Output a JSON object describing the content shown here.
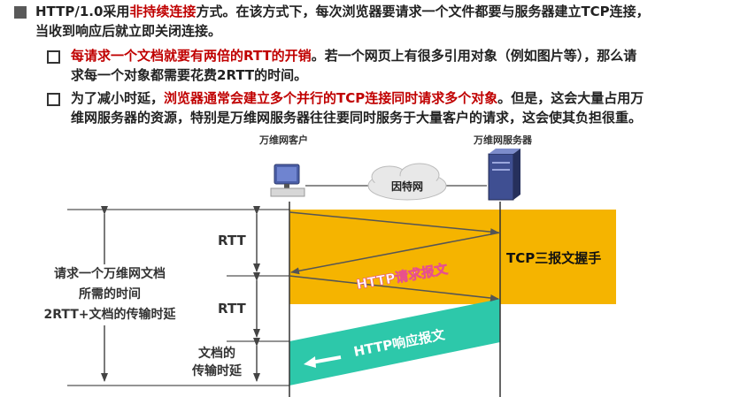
{
  "bullets": [
    {
      "before": "HTTP/1.0采用",
      "highlight": "非持续连接",
      "after_line1": "方式。在该方式下，每次浏览器要请求一个文件都要与服务器建立TCP连接，",
      "line2": "当收到响应后就立即关闭连接。"
    },
    {
      "highlight": "每请求一个文档就要有两倍的RTT的开销",
      "after_line1": "。若一个网页上有很多引用对象（例如图片等），那么请",
      "line2": "求每一个对象都需要花费2RTT的时间。"
    },
    {
      "before": "为了减小时延，",
      "highlight": "浏览器通常会建立多个并行的TCP连接同时请求多个对象",
      "after_line1": "。但是，这会大量占用万",
      "line2": "维网服务器的资源，特别是万维网服务器往往要同时服务于大量客户的请求，这会使其负担很重。"
    }
  ],
  "diagram": {
    "client_label": "万维网客户",
    "server_label": "万维网服务器",
    "internet_label": "因特网",
    "rtt_label_1": "RTT",
    "rtt_label_2": "RTT",
    "total_label_line1": "请求一个万维网文档",
    "total_label_line2": "所需的时间",
    "total_label_line3": "2RTT+文档的传输时延",
    "transfer_label_line1": "文档的",
    "transfer_label_line2": "传输时延",
    "tcp_label": "TCP三报文握手",
    "request_label": "HTTP请求报文",
    "response_label": "HTTP响应报文"
  },
  "colors": {
    "handshake_fill": "#f5b400",
    "response_fill": "#2dc8aa",
    "highlight_text": "#c00000",
    "request_text": "#e8508c"
  }
}
